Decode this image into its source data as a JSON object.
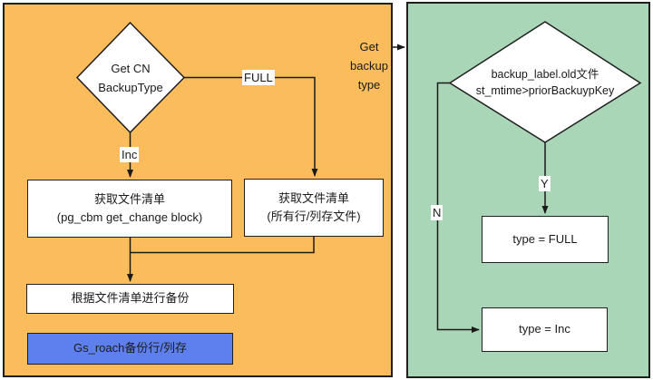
{
  "colors": {
    "left_panel_bg": "#FBBD5C",
    "right_panel_bg": "#A9D6B6",
    "blue_box_bg": "#5E80EE",
    "line_color": "#1a1a1a"
  },
  "left_panel": {
    "decision": "Get CN\nBackupType",
    "label_inc": "Inc",
    "label_full": "FULL",
    "box_change_list": "获取文件清单\n(pg_cbm get_change block)",
    "box_all_files": "获取文件清单\n(所有行/列存文件)",
    "box_do_backup": "根据文件清单进行备份",
    "box_gs_roach": "Gs_roach备份行/列存",
    "transfer_label": "Get\nbackup\ntype"
  },
  "right_panel": {
    "decision": "backup_label.old文件\nst_mtime>priorBackuypKey",
    "label_yes": "Y",
    "label_no": "N",
    "box_type_full": "type = FULL",
    "box_type_inc": "type = Inc"
  }
}
